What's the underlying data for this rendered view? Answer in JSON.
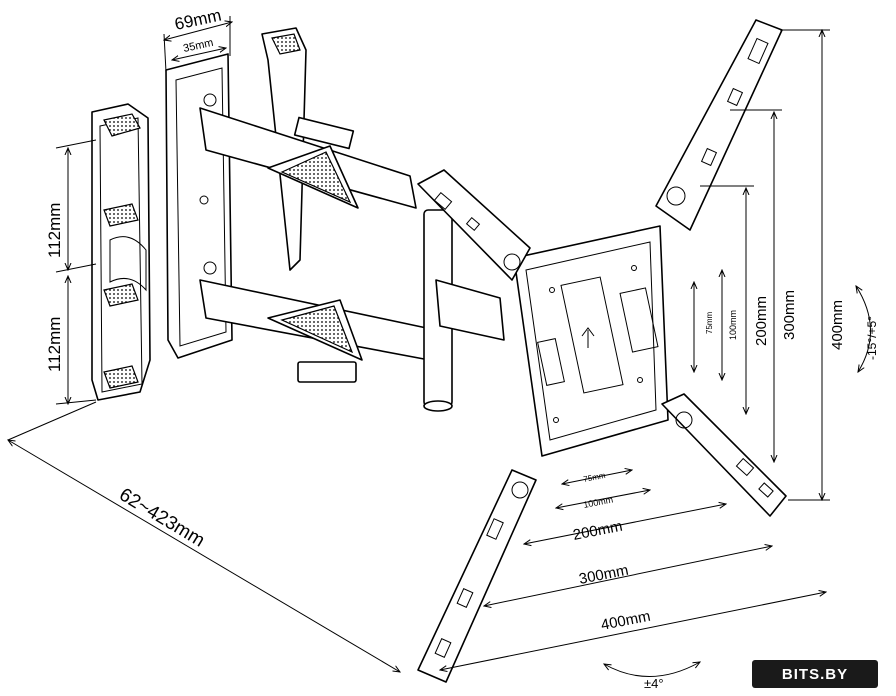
{
  "dimensions": {
    "plate_width": "69mm",
    "plate_spacing": "35mm",
    "upper_gap": "112mm",
    "lower_gap": "112mm",
    "extension": "62~423mm",
    "h75": "75mm",
    "h100": "100mm",
    "h200": "200mm",
    "h300": "300mm",
    "h400": "400mm",
    "v75": "75mm",
    "v100": "100mm",
    "v200": "200mm",
    "v300": "300mm",
    "v400": "400mm",
    "tilt": "-15°/+5°",
    "swivel": "±4°"
  },
  "watermark": {
    "text": "BITS.BY"
  }
}
